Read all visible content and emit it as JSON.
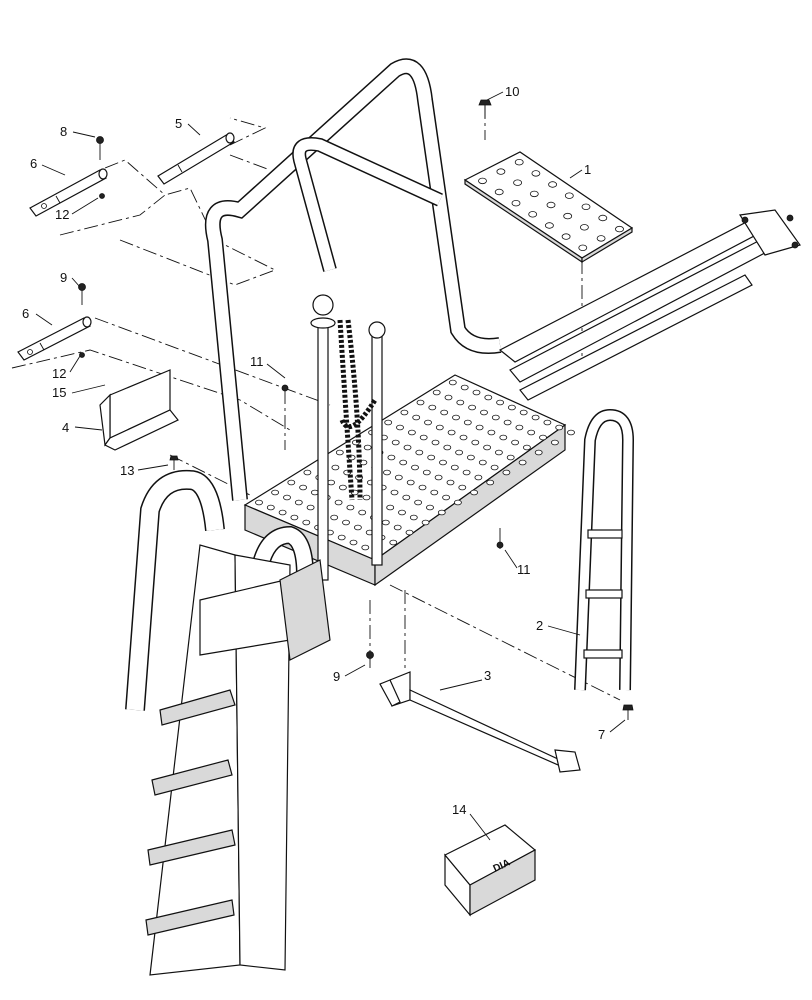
{
  "callouts": [
    {
      "id": "1",
      "text": "1"
    },
    {
      "id": "2",
      "text": "2"
    },
    {
      "id": "3",
      "text": "3"
    },
    {
      "id": "4",
      "text": "4"
    },
    {
      "id": "5",
      "text": "5"
    },
    {
      "id": "6a",
      "text": "6"
    },
    {
      "id": "6b",
      "text": "6"
    },
    {
      "id": "7",
      "text": "7"
    },
    {
      "id": "8",
      "text": "8"
    },
    {
      "id": "9a",
      "text": "9"
    },
    {
      "id": "9b",
      "text": "9"
    },
    {
      "id": "10",
      "text": "10"
    },
    {
      "id": "11a",
      "text": "11"
    },
    {
      "id": "11b",
      "text": "11"
    },
    {
      "id": "12a",
      "text": "12"
    },
    {
      "id": "12b",
      "text": "12"
    },
    {
      "id": "13",
      "text": "13"
    },
    {
      "id": "14",
      "text": "14"
    },
    {
      "id": "15",
      "text": "15"
    }
  ],
  "kit_box_marking": "DIA"
}
